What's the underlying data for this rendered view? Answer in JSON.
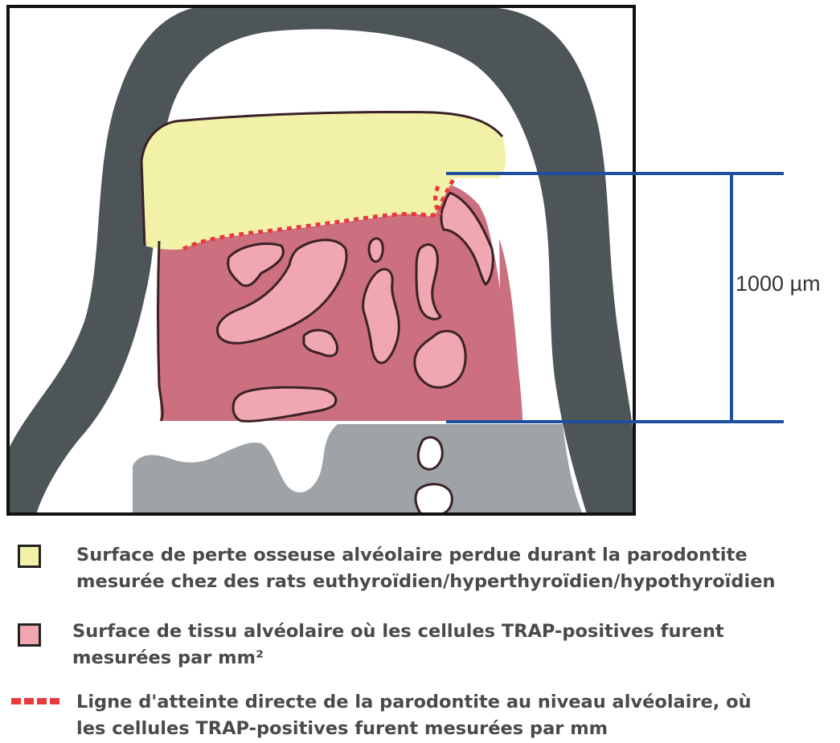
{
  "scale_bar": {
    "label": "1000 µm"
  },
  "legend": {
    "items": [
      {
        "lines": [
          "Surface de perte osseuse alvéolaire perdue durant la parodontite",
          "mesurée chez des rats euthyroïdien/hyperthyroïdien/hypothyroïdien"
        ],
        "swatch": "yellow-box"
      },
      {
        "lines": [
          "Surface de tissu alvéolaire où les cellules TRAP-positives furent",
          "mesurées par mm²"
        ],
        "swatch": "pink-box"
      },
      {
        "lines": [
          "Ligne d'atteinte directe de la parodontite au niveau alvéolaire, où",
          "les cellules TRAP-positives furent mesurées par mm"
        ],
        "swatch": "red-dashed-line"
      }
    ]
  },
  "colors": {
    "dark_bone": "#4d5558",
    "light_bone": "#9ea3a7",
    "yellow_area": "#f1f1a8",
    "mauve_area": "#cc6f7f",
    "pink_bone": "#f1a7b2",
    "dashed_line": "#e83a3a",
    "scale_bar": "#1f4f9f",
    "frame": "#111111"
  }
}
